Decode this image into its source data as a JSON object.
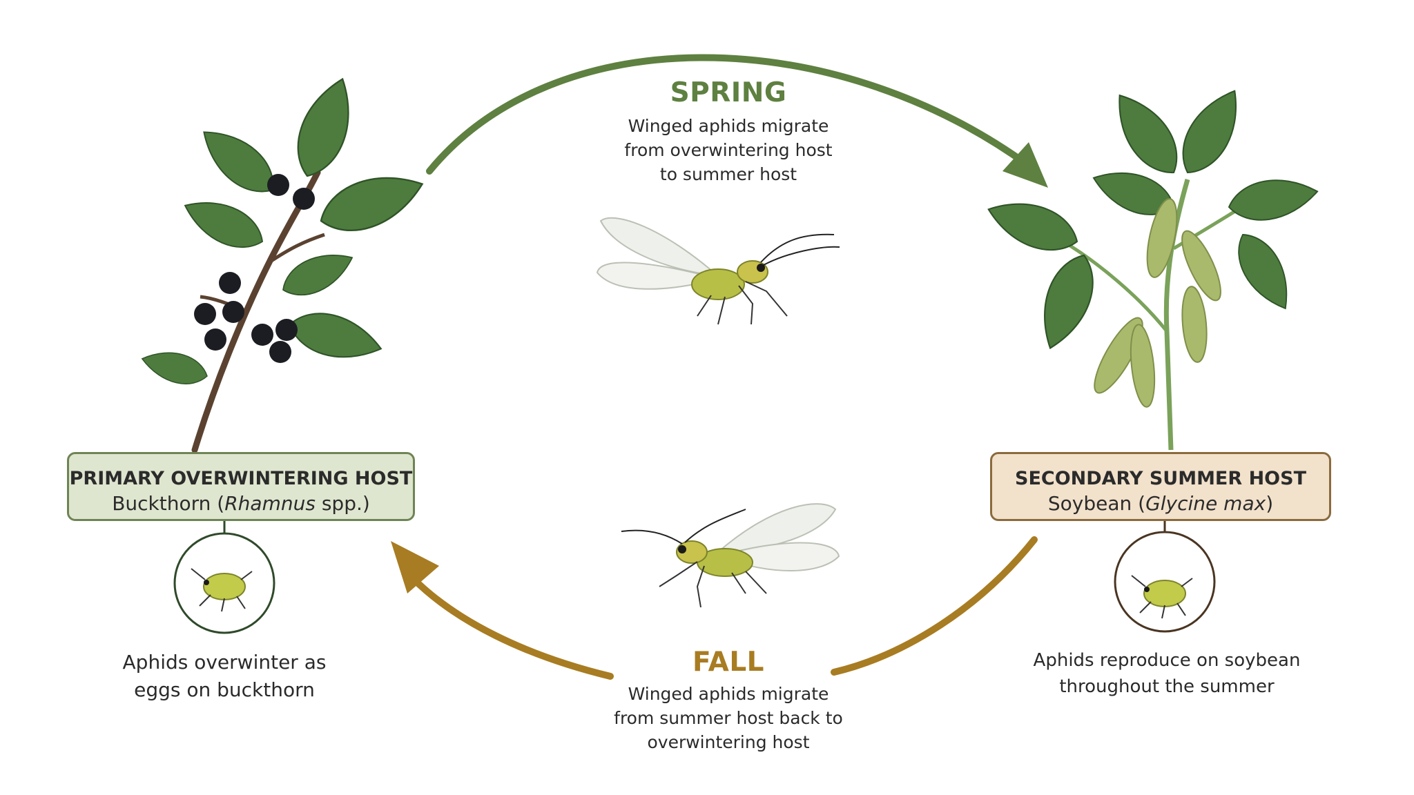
{
  "spring": {
    "title": "SPRING",
    "lines": [
      "Winged aphids migrate",
      "from overwintering host",
      "to summer host"
    ]
  },
  "fall": {
    "title": "FALL",
    "lines": [
      "Winged aphids migrate",
      "from summer host back to",
      "overwintering host"
    ]
  },
  "primary_host": {
    "heading": "PRIMARY OVERWINTERING HOST",
    "common": "Buckthorn (",
    "latin": "Rhamnus",
    "suffix": " spp.)",
    "caption_lines": [
      "Aphids overwinter as",
      "eggs on buckthorn"
    ]
  },
  "secondary_host": {
    "heading": "SECONDARY SUMMER HOST",
    "common": "Soybean (",
    "latin": "Glycine max",
    "suffix": ")",
    "caption_lines": [
      "Aphids reproduce on soybean",
      "throughout the summer"
    ]
  },
  "colors": {
    "spring_green": "#5e8040",
    "fall_brown": "#a87c22",
    "primary_box_fill": "#dfe6cf",
    "primary_box_border": "#6e8455",
    "secondary_box_fill": "#f2e1cb",
    "secondary_box_border": "#8a6a3c",
    "leaf": "#4d7c3e",
    "berry": "#1c1d22",
    "pod": "#a9ba6c",
    "aphid": "#b8bf46"
  }
}
